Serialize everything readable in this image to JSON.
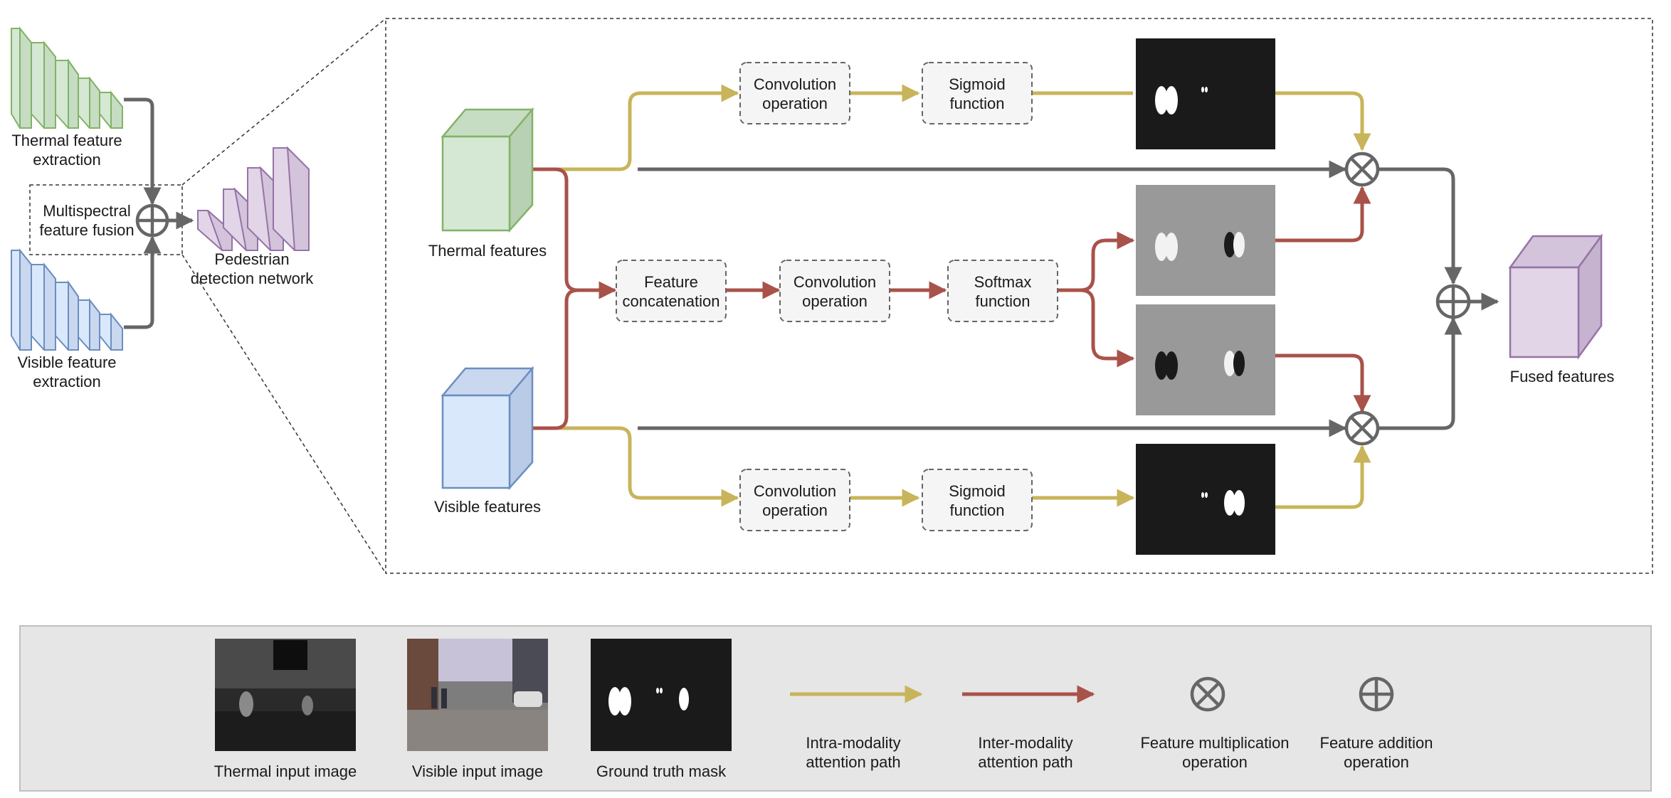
{
  "left_panel": {
    "thermal_extraction": [
      "Thermal feature",
      "extraction"
    ],
    "visible_extraction": [
      "Visible feature",
      "extraction"
    ],
    "fusion": [
      "Multispectral",
      "feature fusion"
    ],
    "detection": [
      "Pedestrian",
      "detection network"
    ]
  },
  "main": {
    "thermal_features": "Thermal features",
    "visible_features": "Visible features",
    "fused_features": "Fused features",
    "top_conv": [
      "Convolution",
      "operation"
    ],
    "top_sigmoid": [
      "Sigmoid",
      "function"
    ],
    "concat": [
      "Feature",
      "concatenation"
    ],
    "mid_conv": [
      "Convolution",
      "operation"
    ],
    "softmax": [
      "Softmax",
      "function"
    ],
    "bottom_conv": [
      "Convolution",
      "operation"
    ],
    "bottom_sigmoid": [
      "Sigmoid",
      "function"
    ]
  },
  "legend": {
    "thermal_image": "Thermal input image",
    "visible_image": "Visible input image",
    "gt_mask": "Ground truth mask",
    "intra": [
      "Intra-modality",
      "attention path"
    ],
    "inter": [
      "Inter-modality",
      "attention path"
    ],
    "mult": [
      "Feature multiplication",
      "operation"
    ],
    "add": [
      "Feature addition",
      "operation"
    ]
  },
  "colors": {
    "intra_path": "#c8b45a",
    "inter_path": "#a8524a",
    "gray_path": "#666666",
    "thermal_block": "#d5e8d4",
    "visible_block": "#dae8fc",
    "fused_block": "#e1d5e7"
  }
}
